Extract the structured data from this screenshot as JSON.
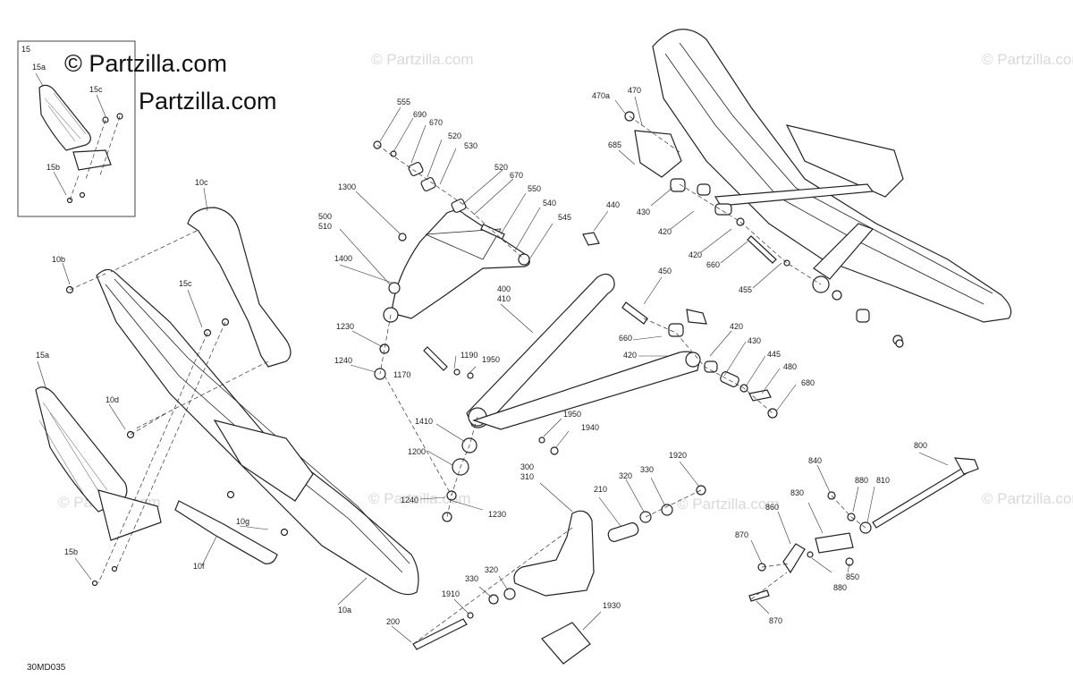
{
  "watermark": {
    "main": "© Partzilla.com",
    "repeat": "© Partzilla.com"
  },
  "diagram_code": "30MD035",
  "inset_number": "15",
  "labels": {
    "l15a_inset": "15a",
    "l15c_inset": "15c",
    "l15b_inset": "15b",
    "l10c": "10c",
    "l10b": "10b",
    "l15c": "15c",
    "l15a": "15a",
    "l10d": "10d",
    "l10g": "10g",
    "l10f": "10f",
    "l15b": "15b",
    "l10a": "10a",
    "l555": "555",
    "l690": "690",
    "l670a": "670",
    "l520a": "520",
    "l530": "530",
    "l520b": "520",
    "l670b": "670",
    "l550": "550",
    "l540": "540",
    "l545": "545",
    "l1300": "1300",
    "l500": "500",
    "l510": "510",
    "l1400": "1400",
    "l1230a": "1230",
    "l1240a": "1240",
    "l1170": "1170",
    "l1190": "1190",
    "l1950a": "1950",
    "l400": "400",
    "l410": "410",
    "l440": "440",
    "l470a": "470a",
    "l470": "470",
    "l685": "685",
    "l430a": "430",
    "l420a": "420",
    "l420b": "420",
    "l660a": "660",
    "l455": "455",
    "l450": "450",
    "l660b": "660",
    "l420c": "420",
    "l420d": "420",
    "l430b": "430",
    "l445": "445",
    "l480": "480",
    "l680": "680",
    "l1410": "1410",
    "l1950b": "1950",
    "l1940": "1940",
    "l1200": "1200",
    "l1240b": "1240",
    "l1230b": "1230",
    "l300": "300",
    "l310": "310",
    "l210": "210",
    "l320a": "320",
    "l330a": "330",
    "l1920": "1920",
    "l320b": "320",
    "l330b": "330",
    "l1910": "1910",
    "l200": "200",
    "l1930": "1930",
    "l800": "800",
    "l840": "840",
    "l880a": "880",
    "l810": "810",
    "l830": "830",
    "l860": "860",
    "l870a": "870",
    "l850": "850",
    "l880b": "880",
    "l870b": "870"
  }
}
